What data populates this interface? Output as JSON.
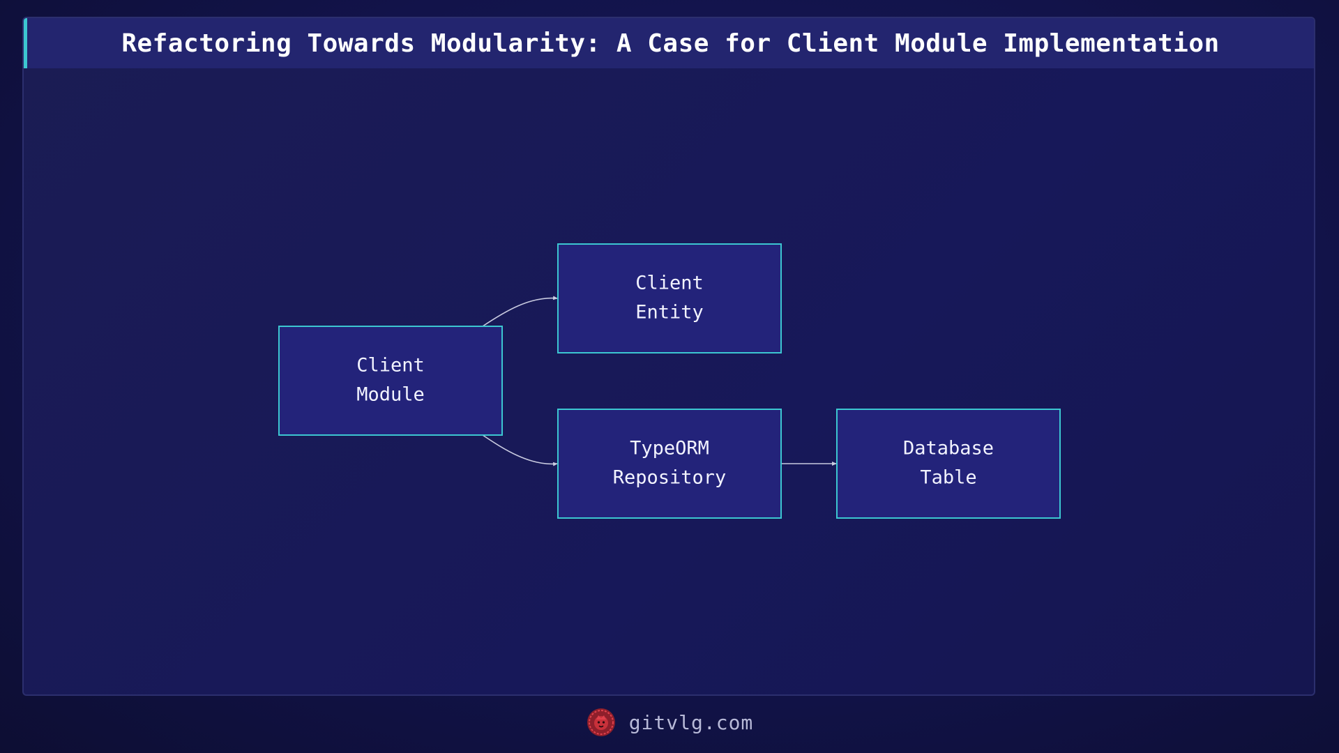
{
  "title": "Refactoring Towards Modularity: A Case for Client Module Implementation",
  "nodes": [
    {
      "id": "client-module",
      "lines": [
        "Client",
        "Module"
      ]
    },
    {
      "id": "client-entity",
      "lines": [
        "Client",
        "Entity"
      ]
    },
    {
      "id": "typeorm-repository",
      "lines": [
        "TypeORM",
        "Repository"
      ]
    },
    {
      "id": "database-table",
      "lines": [
        "Database",
        "Table"
      ]
    }
  ],
  "edges": [
    {
      "from": "client-module",
      "to": "client-entity"
    },
    {
      "from": "client-module",
      "to": "typeorm-repository"
    },
    {
      "from": "typeorm-repository",
      "to": "database-table"
    }
  ],
  "footer": {
    "site": "gitvlg.com",
    "logo_icon": "lion-head-icon"
  },
  "colors": {
    "node_fill": "#23237a",
    "node_border": "#3cc7d1",
    "edge": "#c9cbe0",
    "accent": "#3cc7d1",
    "logo": "#c8313a"
  }
}
